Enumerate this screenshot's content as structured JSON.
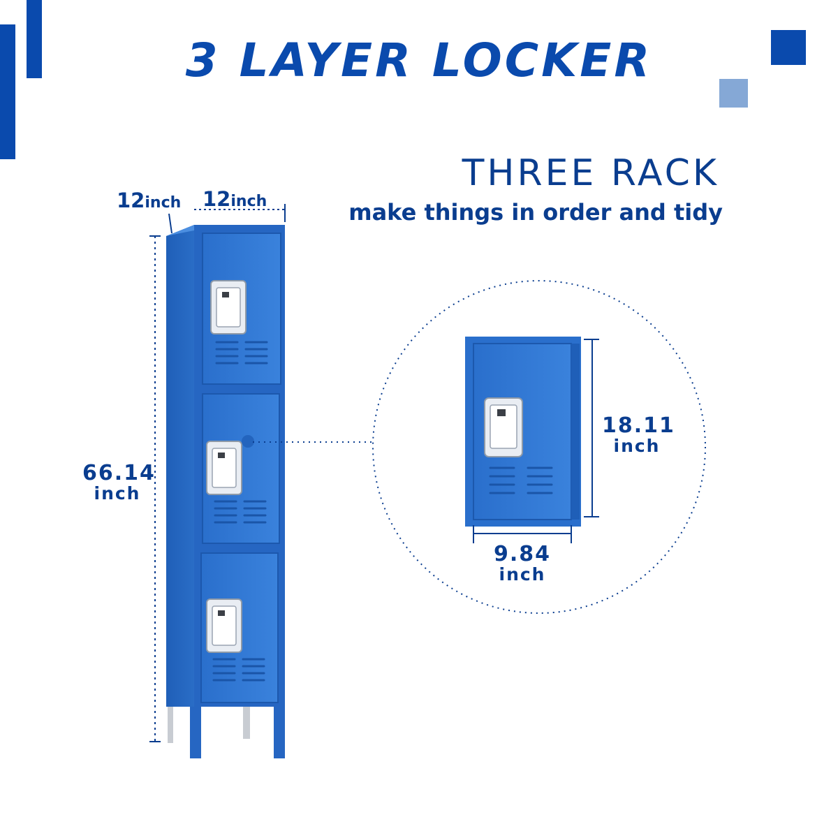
{
  "heading": {
    "title": "3 LAYER LOCKER"
  },
  "feature": {
    "title": "THREE RACK",
    "subtitle": "make things in order and tidy"
  },
  "dimensions": {
    "depth": {
      "value": "12",
      "unit": "inch"
    },
    "width": {
      "value": "12",
      "unit": "inch"
    },
    "height": {
      "value": "66.14",
      "unit": "inch"
    },
    "compartment_height": {
      "value": "18.11",
      "unit": "inch"
    },
    "compartment_width": {
      "value": "9.84",
      "unit": "inch"
    }
  },
  "colors": {
    "brand_blue": "#0a4aad",
    "locker_blue": "#2d74d0",
    "accent_light": "#85a8d6"
  },
  "icons": [
    "locker-product-image",
    "locker-compartment-detail-image",
    "dimension-arrow-icon"
  ]
}
